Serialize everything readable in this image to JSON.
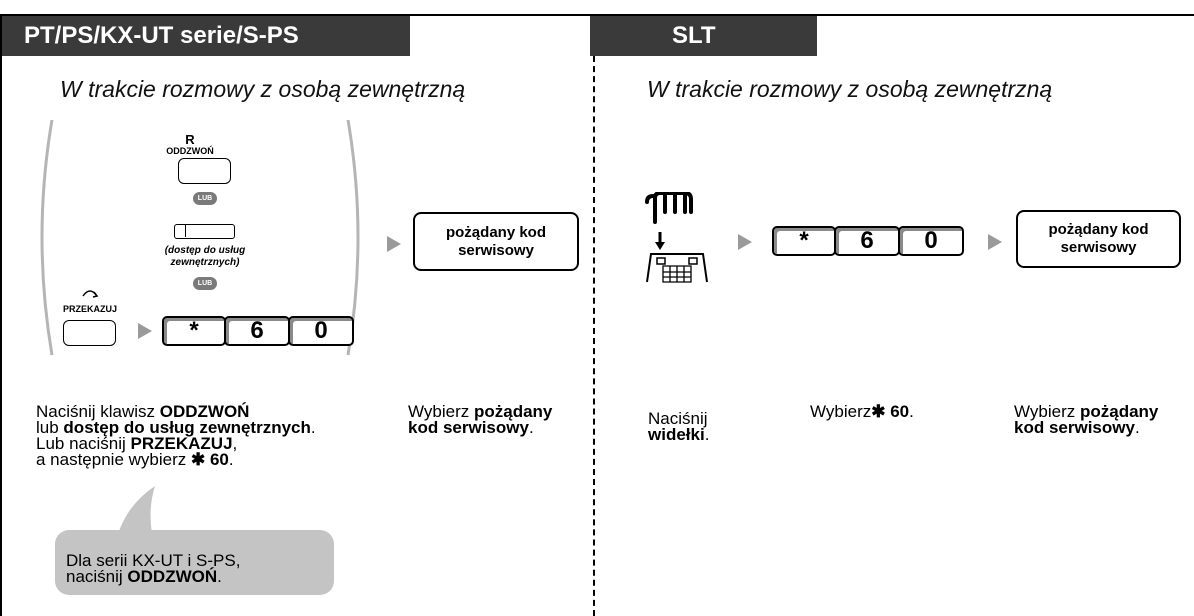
{
  "left": {
    "tab_label": "PT/PS/KX-UT serie/S-PS",
    "subtitle": "W trakcie rozmowy z osobą zewnętrzną",
    "recall_letter": "R",
    "recall_label": "ODDZWOŃ",
    "or_badge_1": "LUB",
    "co_label": "(dostęp do usług zewnętrznych)",
    "or_badge_2": "LUB",
    "transfer_label": "PRZEKAZUJ",
    "keys": [
      "*",
      "6",
      "0"
    ],
    "service_code_box": "pożądany kod serwisowy",
    "step1_desc": {
      "t1": "Naciśnij klawisz ",
      "b1": "ODDZWOŃ",
      "t2": "lub ",
      "b2": "dostęp do usług zewnętrznych",
      "t3": ".",
      "t4": "Lub naciśnij ",
      "b3": "PRZEKAZUJ",
      "t5": ",",
      "t6": "a następnie wybierz ",
      "b4": "✱ 60",
      "t7": "."
    },
    "step2_desc": {
      "t1": "Wybierz ",
      "b1": "pożądany",
      "b2": "kod serwisowy",
      "t2": "."
    },
    "note": {
      "t1": "Dla serii KX-UT i S-PS,",
      "t2": "naciśnij ",
      "b1": "ODDZWOŃ",
      "t3": "."
    }
  },
  "right": {
    "tab_label": "SLT",
    "subtitle": "W trakcie rozmowy z osobą zewnętrzną",
    "keys": [
      "*",
      "6",
      "0"
    ],
    "service_code_box": "pożądany kod serwisowy",
    "step1_desc": {
      "t1": "Naciśnij",
      "b1": "widełki",
      "t2": "."
    },
    "step2_desc": {
      "t1": "Wybierz",
      "b1": "✱ 60",
      "t2": "."
    },
    "step3_desc": {
      "t1": "Wybierz ",
      "b1": "pożądany",
      "b2": "kod serwisowy",
      "t2": "."
    }
  },
  "colors": {
    "tab_bg": "#3a3a3a",
    "arrow": "#9a9a9a",
    "badge": "#7a7a7a",
    "bubble": "#c4c4c4"
  }
}
